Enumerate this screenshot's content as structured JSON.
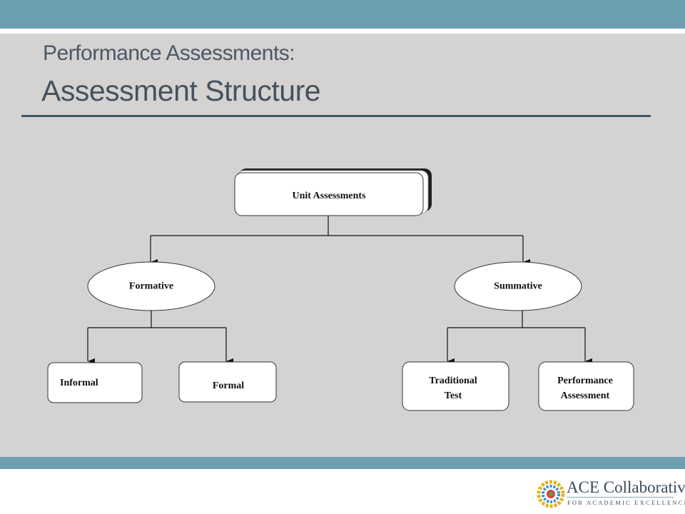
{
  "slide": {
    "title_line1": "Performance Assessments:",
    "title_line2": "Assessment Structure"
  },
  "diagram": {
    "root": "Unit Assessments",
    "branches": [
      {
        "label": "Formative",
        "children": [
          "Informal",
          "Formal"
        ]
      },
      {
        "label": "Summative",
        "children": [
          "Traditional Test",
          "Performance Assessment"
        ]
      }
    ],
    "leaf_lines": {
      "informal": [
        "Informal"
      ],
      "formal": [
        "Formal"
      ],
      "traditional": [
        "Traditional",
        "Test"
      ],
      "performance": [
        "Performance",
        "Assessment"
      ]
    }
  },
  "footer": {
    "logo_name": "ACE Collaborative",
    "logo_sub": "FOR ACADEMIC EXCELLENCE"
  },
  "colors": {
    "band": "#6c9fb0",
    "slide_bg": "#d4d3d2",
    "title": "#4a5866",
    "rule": "#3f5563"
  }
}
